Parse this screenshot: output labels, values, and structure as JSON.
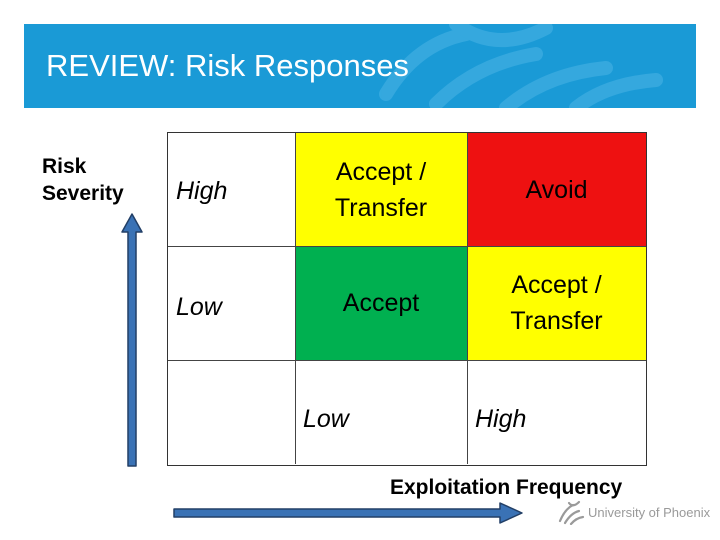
{
  "title": "REVIEW: Risk Responses",
  "y_axis_title": "Risk\nSeverity",
  "x_axis_title": "Exploitation Frequency",
  "row_labels": {
    "high": "High",
    "low": "Low"
  },
  "column_labels": {
    "low": "Low",
    "high": "High"
  },
  "cells": {
    "high_low": "Accept /\nTransfer",
    "high_high": "Avoid",
    "low_low": "Accept",
    "low_high": "Accept /\nTransfer"
  },
  "colors": {
    "title_bar": "#1a9ad6",
    "yellow": "#ffff00",
    "red": "#ee1111",
    "green": "#00b050",
    "arrow": "#3a72b5",
    "arrow_outline": "#223f66"
  },
  "logo": {
    "text": "University of Phoenix"
  }
}
